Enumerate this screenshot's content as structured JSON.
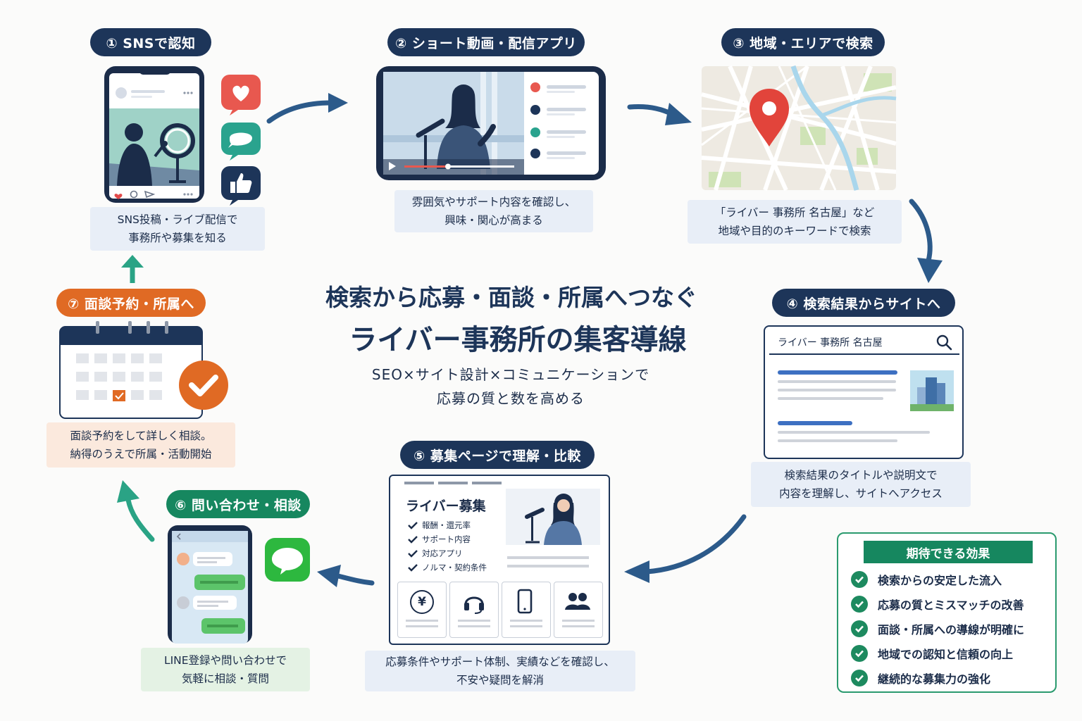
{
  "title": {
    "line1": "検索から応募・面談・所属へつなぐ",
    "line2": "ライバー事務所の集客導線",
    "sub1": "SEO×サイト設計×コミュニケーションで",
    "sub2": "応募の質と数を高める"
  },
  "steps": [
    {
      "label": "① SNSで認知",
      "caption": [
        "SNS投稿・ライブ配信で",
        "事務所や募集を知る"
      ]
    },
    {
      "label": "② ショート動画・配信アプリ",
      "caption": [
        "雰囲気やサポート内容を確認し、",
        "興味・関心が高まる"
      ]
    },
    {
      "label": "③ 地域・エリアで検索",
      "caption": [
        "「ライバー 事務所 名古屋」など",
        "地域や目的のキーワードで検索"
      ]
    },
    {
      "label": "④ 検索結果からサイトへ",
      "caption": [
        "検索結果のタイトルや説明文で",
        "内容を理解し、サイトへアクセス"
      ]
    },
    {
      "label": "⑤ 募集ページで理解・比較",
      "caption": [
        "応募条件やサポート体制、実績などを確認し、",
        "不安や疑問を解消"
      ]
    },
    {
      "label": "⑥ 問い合わせ・相談",
      "caption": [
        "LINE登録や問い合わせで",
        "気軽に相談・質問"
      ]
    },
    {
      "label": "⑦ 面談予約・所属へ",
      "caption": [
        "面談予約をして詳しく相談。",
        "納得のうえで所属・活動開始"
      ]
    }
  ],
  "search": {
    "query": "ライバー 事務所 名古屋"
  },
  "job": {
    "title": "ライバー募集",
    "items": [
      "報酬・還元率",
      "サポート内容",
      "対応アプリ",
      "ノルマ・契約条件"
    ],
    "yen": "¥"
  },
  "benefits": {
    "title": "期待できる効果",
    "items": [
      "検索からの安定した流入",
      "応募の質とミスマッチの改善",
      "面談・所属への導線が明確に",
      "地域での認知と信頼の向上",
      "継続的な募集力の強化"
    ]
  },
  "colors": {
    "navy": "#1d3559",
    "orange": "#e06a24",
    "green": "#16875f",
    "arrow": "#2c5a8a",
    "teal": "#2aa385"
  }
}
